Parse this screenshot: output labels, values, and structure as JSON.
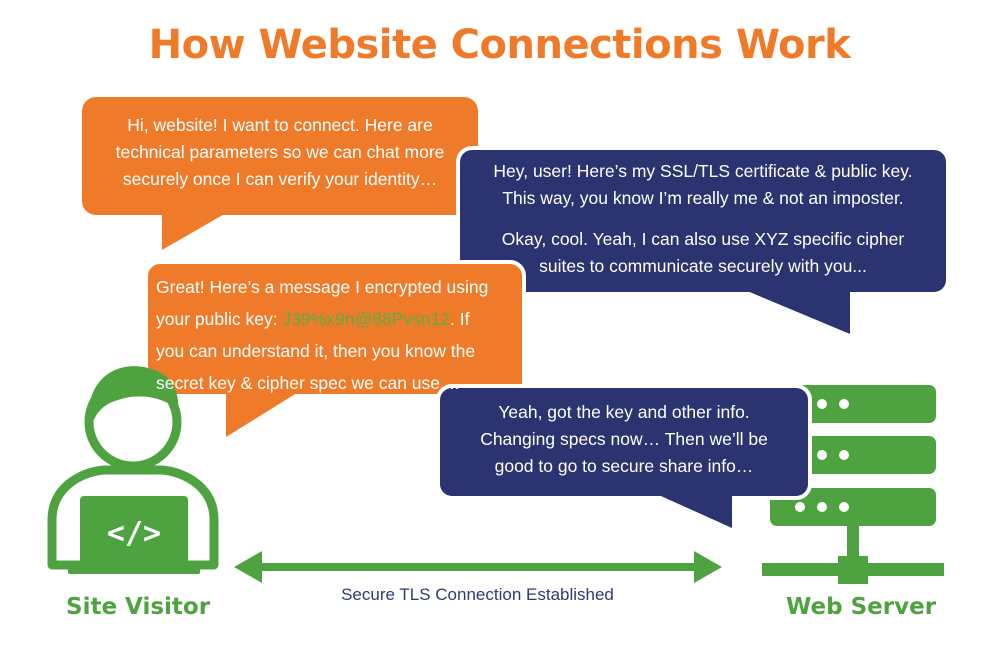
{
  "title": "How Website Connections Work",
  "bubbles": {
    "visitor_hello": {
      "lines": [
        "Hi, website! I want to connect. Here are",
        "technical parameters so we can chat more",
        "securely once I can verify your identity…"
      ]
    },
    "server_cert": {
      "para1": [
        "Hey, user! Here’s my SSL/TLS certificate & public key.",
        "This way, you know I’m really me & not an imposter."
      ],
      "para2": [
        "Okay, cool. Yeah, I can also use XYZ specific cipher",
        "suites to communicate securely with you..."
      ]
    },
    "visitor_encrypted": {
      "line1": "Great! Here’s a message I encrypted using",
      "line2_prefix": "your public key: ",
      "ciphertext": "J39%x9n@88Pvsn12",
      "line2_suffix": ". If",
      "line3": "you can understand it, then you know the",
      "line4": "secret key & cipher spec we can use...."
    },
    "server_ack": {
      "lines": [
        "Yeah, got the key and other info.",
        "Changing specs now… Then we’ll be",
        "good to go to secure share info…"
      ]
    }
  },
  "connection_label": "Secure TLS Connection Established",
  "site_visitor_label": "Site Visitor",
  "web_server_label": "Web Server",
  "laptop_symbol": "</>",
  "colors": {
    "orange": "#ef7b2a",
    "navy": "#2b3370",
    "green": "#4ea340"
  }
}
